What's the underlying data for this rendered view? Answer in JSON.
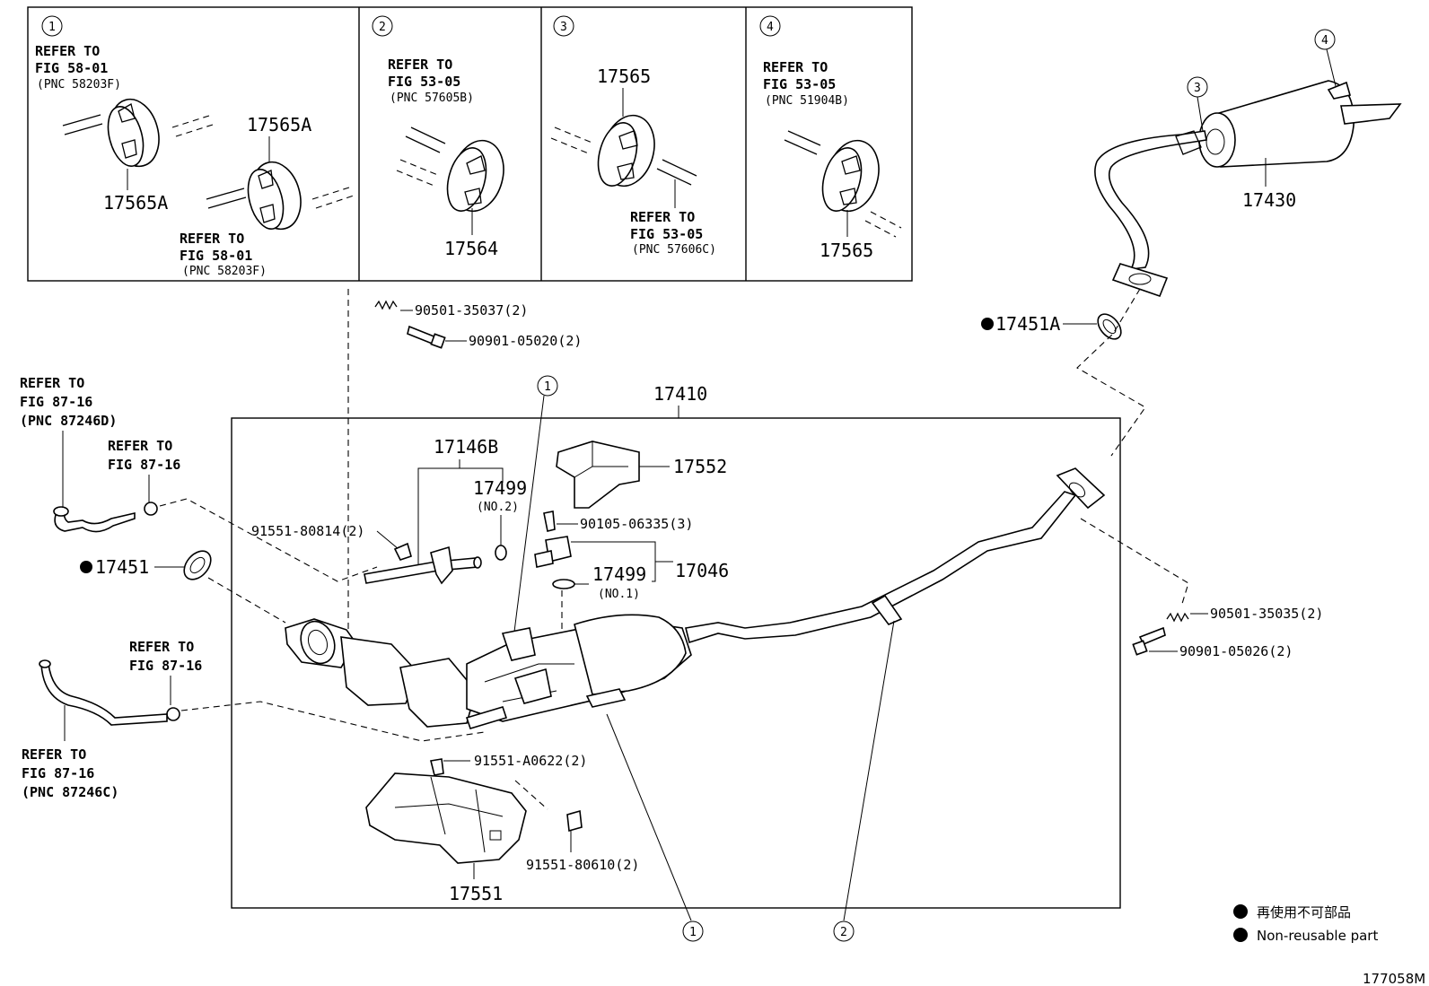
{
  "panels": [
    {
      "num": "1",
      "ref_a": {
        "l1": "REFER TO",
        "l2": "FIG 58-01",
        "l3": "(PNC 58203F)"
      },
      "ref_b": {
        "l1": "REFER TO",
        "l2": "FIG 58-01",
        "l3": "(PNC 58203F)"
      },
      "part_a": "17565A",
      "part_b": "17565A"
    },
    {
      "num": "2",
      "ref": {
        "l1": "REFER TO",
        "l2": "FIG 53-05",
        "l3": "(PNC 57605B)"
      },
      "part": "17564"
    },
    {
      "num": "3",
      "ref": {
        "l1": "REFER TO",
        "l2": "FIG 53-05",
        "l3": "(PNC 57606C)"
      },
      "part": "17565"
    },
    {
      "num": "4",
      "ref": {
        "l1": "REFER TO",
        "l2": "FIG 53-05",
        "l3": "(PNC 51904B)"
      },
      "part": "17565"
    }
  ],
  "main": {
    "assembly": "17410",
    "muffler": "17430",
    "gasket_a": "17451A",
    "gasket": "17451",
    "callouts": {
      "c1": "1",
      "c2": "2",
      "c3": "3",
      "c4": "4"
    },
    "parts": {
      "p90501_37": "90501-35037(2)",
      "p90901_20": "90901-05020(2)",
      "p17146B": "17146B",
      "p17499_2": "17499",
      "p17499_2n": "(NO.2)",
      "p17552": "17552",
      "p90105": "90105-06335(3)",
      "p91551_814": "91551-80814(2)",
      "p17499_1": "17499",
      "p17499_1n": "(NO.1)",
      "p17046": "17046",
      "p90501_35": "90501-35035(2)",
      "p90901_26": "90901-05026(2)",
      "p91551_A0622": "91551-A0622(2)",
      "p91551_610": "91551-80610(2)",
      "p17551": "17551"
    },
    "refs": {
      "r1": {
        "l1": "REFER TO",
        "l2": "FIG 87-16",
        "l3": "(PNC 87246D)"
      },
      "r2": {
        "l1": "REFER TO",
        "l2": "FIG 87-16"
      },
      "r3": {
        "l1": "REFER TO",
        "l2": "FIG 87-16"
      },
      "r4": {
        "l1": "REFER TO",
        "l2": "FIG 87-16",
        "l3": "(PNC 87246C)"
      }
    }
  },
  "legend": {
    "jp": "再使用不可部品",
    "en": "Non-reusable part"
  },
  "figure_id": "177058M"
}
